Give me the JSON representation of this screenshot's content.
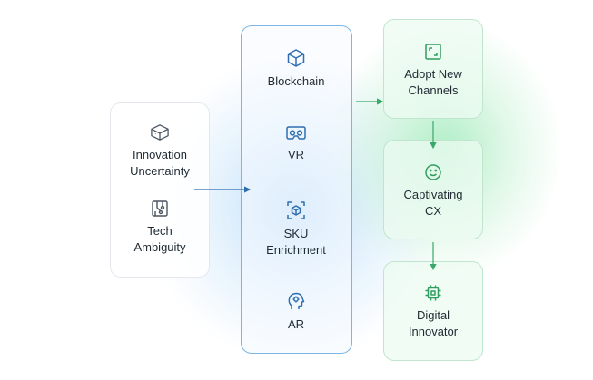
{
  "colors": {
    "blue_accent": "#2f6fb0",
    "green_accent": "#2e9e5e",
    "text": "#1f2a33"
  },
  "left_group": {
    "items": [
      {
        "label": "Innovation\nUncertainty",
        "icon": "cube-outline-icon"
      },
      {
        "label": "Tech\nAmbiguity",
        "icon": "circuit-board-icon"
      }
    ]
  },
  "middle_group": {
    "items": [
      {
        "label": "Blockchain",
        "icon": "cube-icon"
      },
      {
        "label": "VR",
        "icon": "vr-headset-icon"
      },
      {
        "label": "SKU\nEnrichment",
        "icon": "scan-cube-icon"
      },
      {
        "label": "AR",
        "icon": "head-gear-icon"
      }
    ]
  },
  "outcomes": [
    {
      "label": "Adopt New\nChannels",
      "icon": "expand-frame-icon"
    },
    {
      "label": "Captivating\nCX",
      "icon": "smiley-icon"
    },
    {
      "label": "Digital\nInnovator",
      "icon": "chip-icon"
    }
  ]
}
